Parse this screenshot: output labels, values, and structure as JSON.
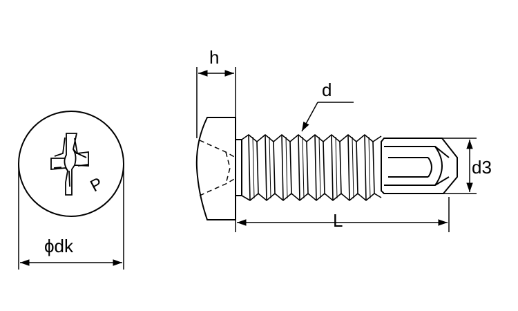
{
  "labels": {
    "head_height": "h",
    "thread_diameter": "d",
    "drill_diameter": "d3",
    "length": "L",
    "head_diameter": "ϕdk",
    "recess_mark": "P"
  },
  "colors": {
    "stroke": "#000000",
    "background": "#ffffff"
  },
  "icons": {
    "phillips_recess": "phillips-cross-icon"
  }
}
